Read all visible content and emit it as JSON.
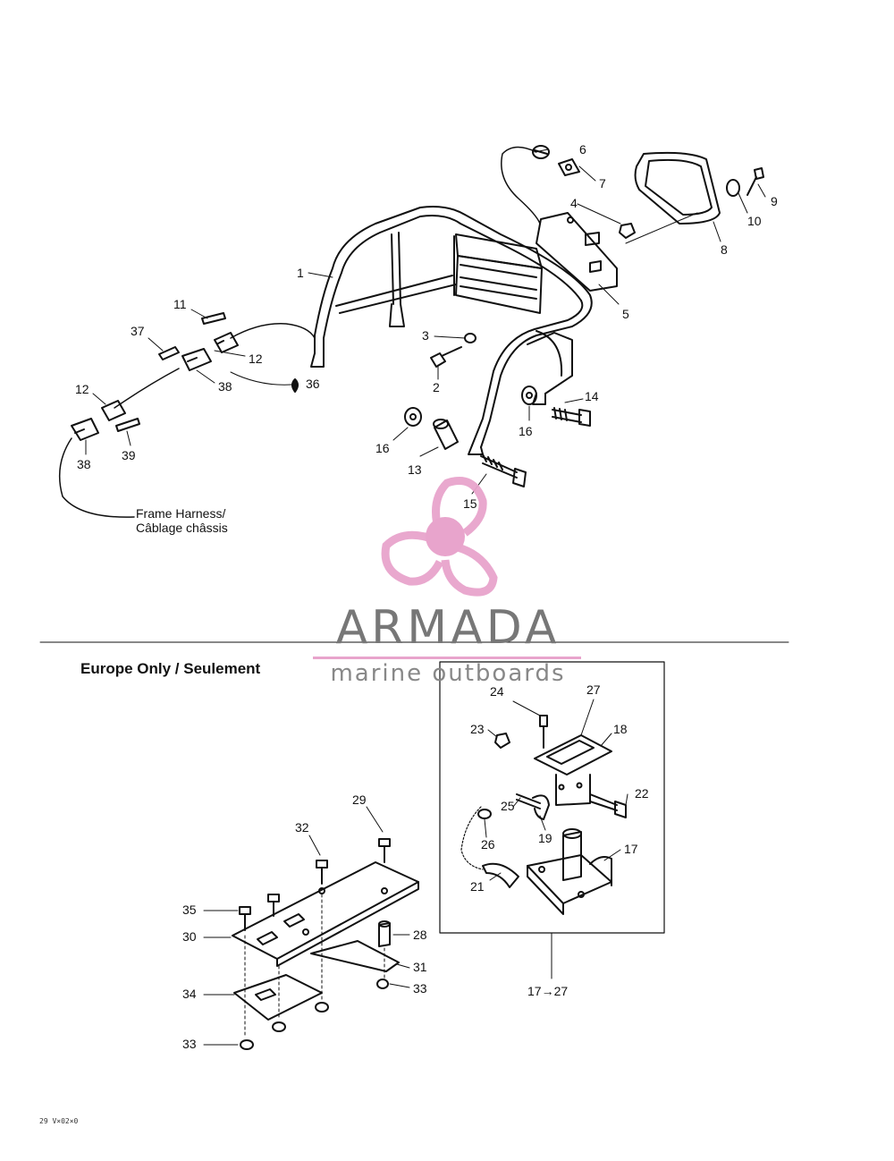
{
  "section_title": "Europe Only / Seulement",
  "harness_label": [
    "Frame Harness/",
    "Câblage châssis"
  ],
  "drawing_id": "29 V×02×0",
  "watermark": {
    "brand": "ARMADA",
    "tagline": "marine outboards",
    "accent_color": "#e8a4cc",
    "text_color": "#777777"
  },
  "callouts": {
    "c1": "1",
    "c2": "2",
    "c3": "3",
    "c4": "4",
    "c5": "5",
    "c6": "6",
    "c7": "7",
    "c8": "8",
    "c9": "9",
    "c10": "10",
    "c11": "11",
    "c12a": "12",
    "c12b": "12",
    "c13": "13",
    "c14": "14",
    "c15": "15",
    "c16a": "16",
    "c16b": "16",
    "c17": "17",
    "c18": "18",
    "c19": "19",
    "c21": "21",
    "c22": "22",
    "c23": "23",
    "c24": "24",
    "c25": "25",
    "c26": "26",
    "c27": "27",
    "c28": "28",
    "c29": "29",
    "c30": "30",
    "c31": "31",
    "c32": "32",
    "c33a": "33",
    "c33b": "33",
    "c34": "34",
    "c35": "35",
    "c36": "36",
    "c37": "37",
    "c38a": "38",
    "c38b": "38",
    "c39": "39",
    "c_kit": "17→27"
  }
}
